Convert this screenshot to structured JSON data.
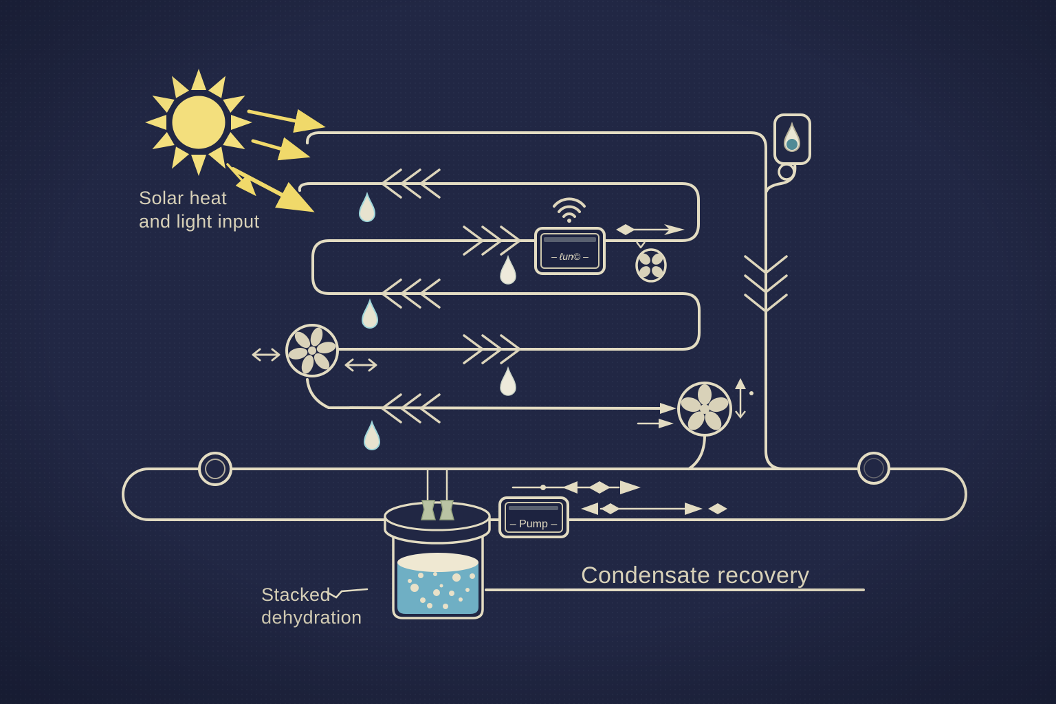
{
  "colors": {
    "background": "#212744",
    "line": "#e3dcc2",
    "text": "#d8d1b8",
    "sun_yellow": "#f3df7d",
    "arrow_yellow": "#f0d96a",
    "liquid_blue": "#6fafc4",
    "liquid_surface": "#efe8d2",
    "droplet_teal": "#4f8a96",
    "stopper_green": "#b9c3a3",
    "device_screen": "#596070"
  },
  "labels": {
    "solar_line1": "Solar heat",
    "solar_line2": "and light input",
    "stacked_line1": "Stacked",
    "stacked_line2": "dehydration",
    "condensate": "Condensate recovery",
    "pump_upper_label": "– ℓun© –",
    "pump_lower_label": "– Pump –"
  },
  "icons": [
    {
      "name": "sun-icon",
      "meaning": "solar heat and light source"
    },
    {
      "name": "wifi-icon",
      "meaning": "wireless signal above upper pump"
    },
    {
      "name": "fan-icon-left",
      "meaning": "circulation fan on serpentine coil"
    },
    {
      "name": "fan-icon-small",
      "meaning": "small vent fan right of upper pump"
    },
    {
      "name": "fan-icon-right",
      "meaning": "extraction fan before condensate column"
    },
    {
      "name": "droplet-icon",
      "meaning": "condensing water droplets"
    },
    {
      "name": "water-collector-icon",
      "meaning": "droplet collector unit top right"
    },
    {
      "name": "pump-device-upper",
      "meaning": "pump on serpentine line"
    },
    {
      "name": "pump-device-lower",
      "meaning": "pump on recovery loop"
    },
    {
      "name": "beaker-icon",
      "meaning": "stacked dehydration vessel with liquid"
    }
  ]
}
